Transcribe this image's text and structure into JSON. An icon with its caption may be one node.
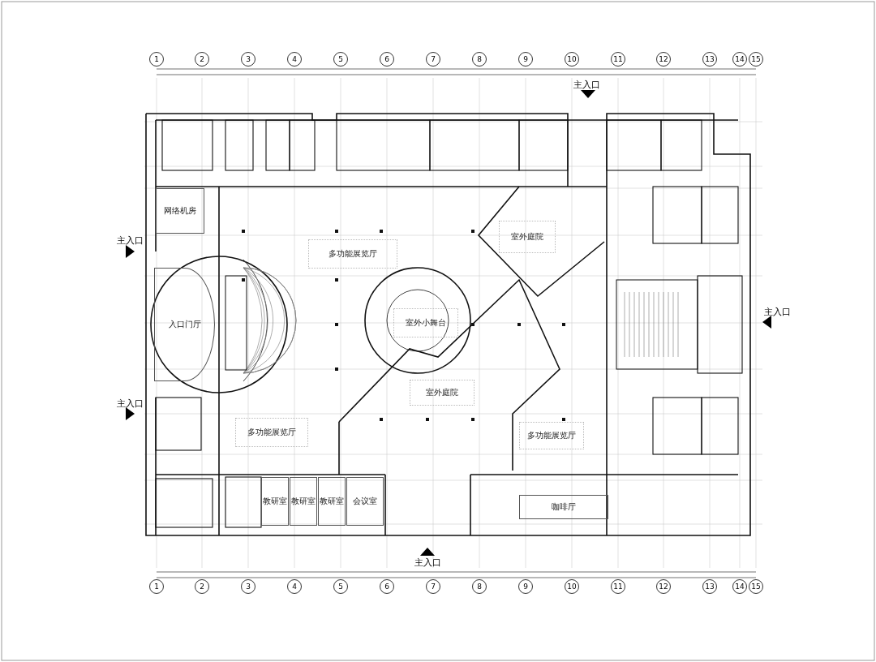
{
  "diagram": {
    "nodes": [
      {
        "text": [
          "网络机房"
        ]
      },
      {
        "text": [
          "入口门厅"
        ]
      },
      {
        "text": [
          "多功能展览厅"
        ]
      },
      {
        "text": [
          "室外庭院"
        ]
      },
      {
        "text": [
          "室外小舞台"
        ]
      },
      {
        "text": [
          "室外庭院"
        ]
      },
      {
        "text": [
          "多功能展览厅"
        ]
      },
      {
        "text": [
          "多功能展览厅"
        ]
      },
      {
        "text": [
          "教研室"
        ]
      },
      {
        "text": [
          "教研室"
        ]
      },
      {
        "text": [
          "教研室"
        ]
      },
      {
        "text": [
          "会议室"
        ]
      },
      {
        "text": [
          "咖啡厅"
        ]
      }
    ],
    "labels": [
      "1",
      "2",
      "3",
      "4",
      "5",
      "6",
      "7",
      "8",
      "9",
      "10",
      "11",
      "12",
      "13",
      "14",
      "15",
      "主入口",
      "主入口",
      "主入口",
      "主入口",
      "主入口",
      "1",
      "2",
      "3",
      "4",
      "5",
      "6",
      "7",
      "8",
      "9",
      "10",
      "11",
      "12",
      "13",
      "14",
      "15"
    ]
  }
}
